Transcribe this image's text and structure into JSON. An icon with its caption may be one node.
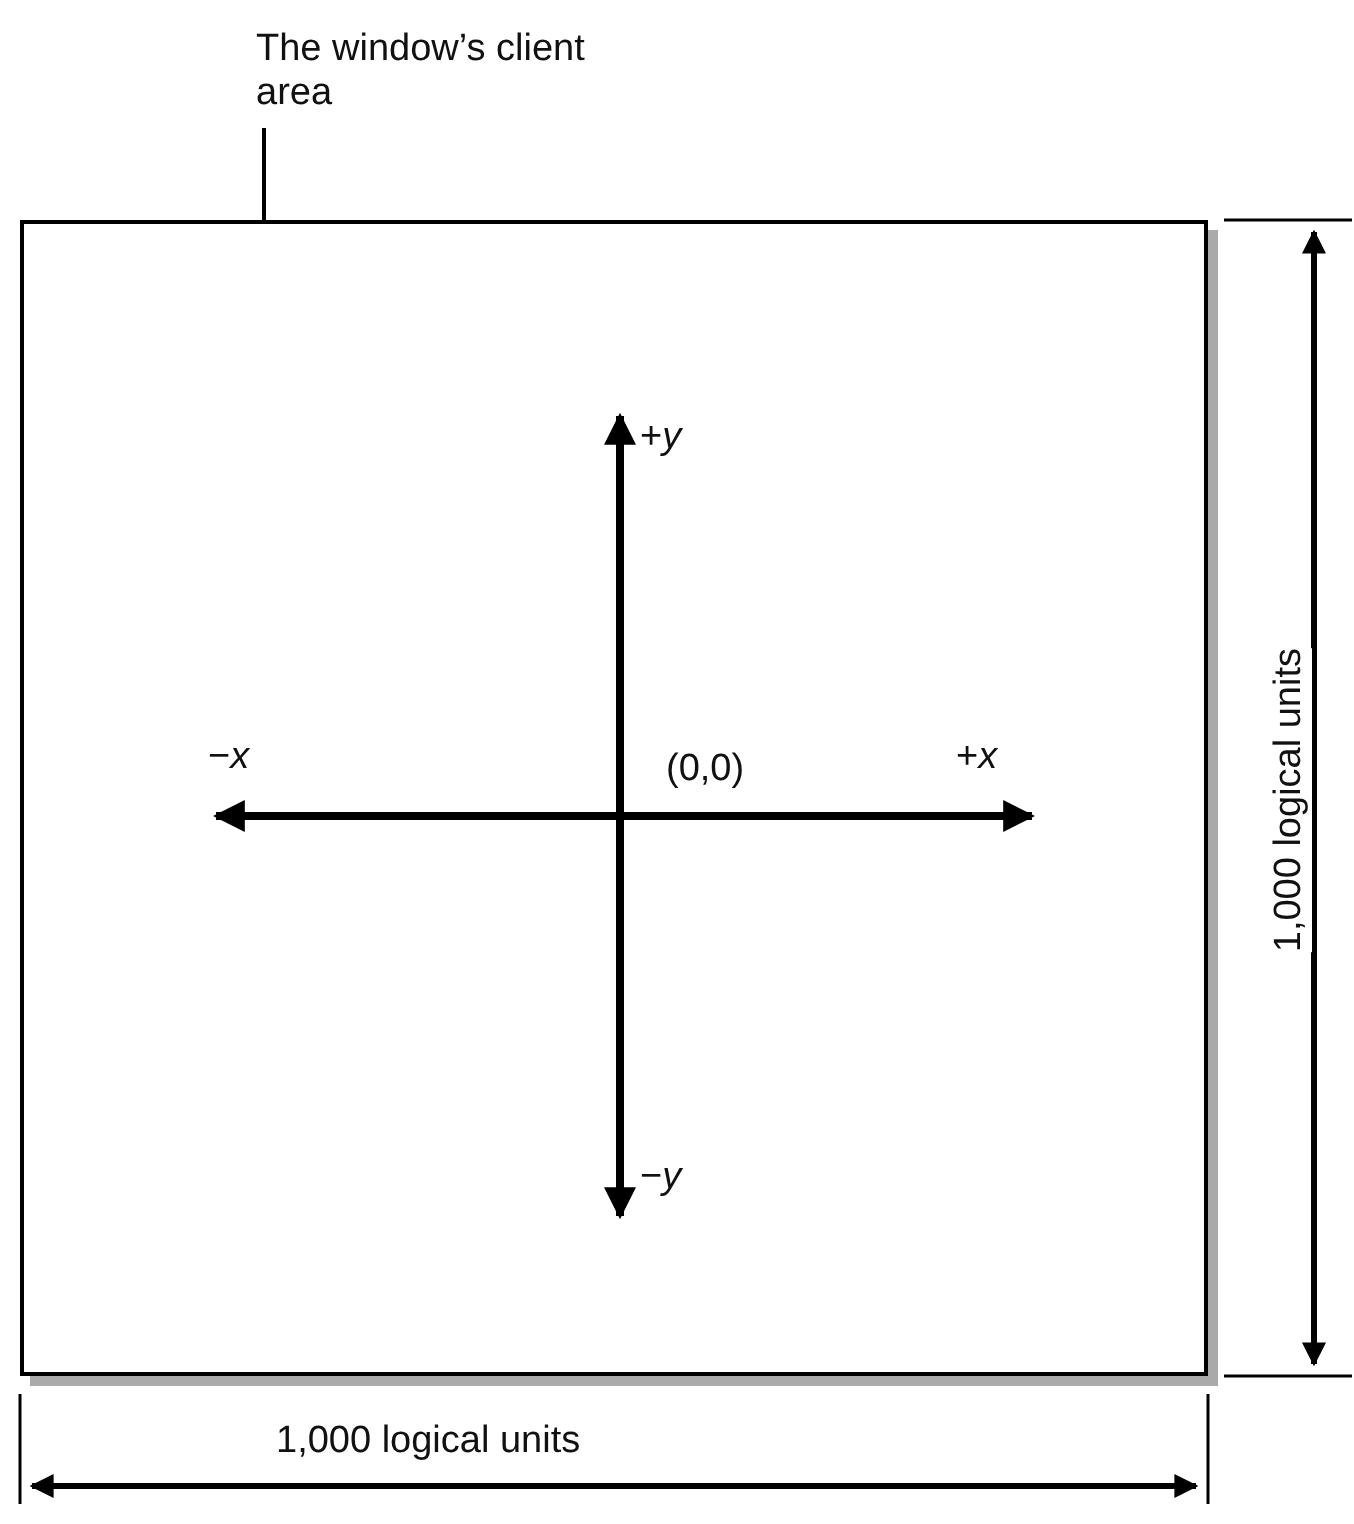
{
  "diagram": {
    "nodes": [
      {
        "text": [
          "The window’s client area"
        ]
      },
      {
        "text": [],
        "shape": "box"
      }
    ],
    "edges": [
      {
        "from": 0,
        "to": 1,
        "arrow": "none"
      }
    ],
    "labels": [
      "+*y*",
      "−*x*",
      "(0,0)",
      "+*x*",
      "−*y*",
      "1,000 logical units",
      "1,000 logical units"
    ]
  }
}
